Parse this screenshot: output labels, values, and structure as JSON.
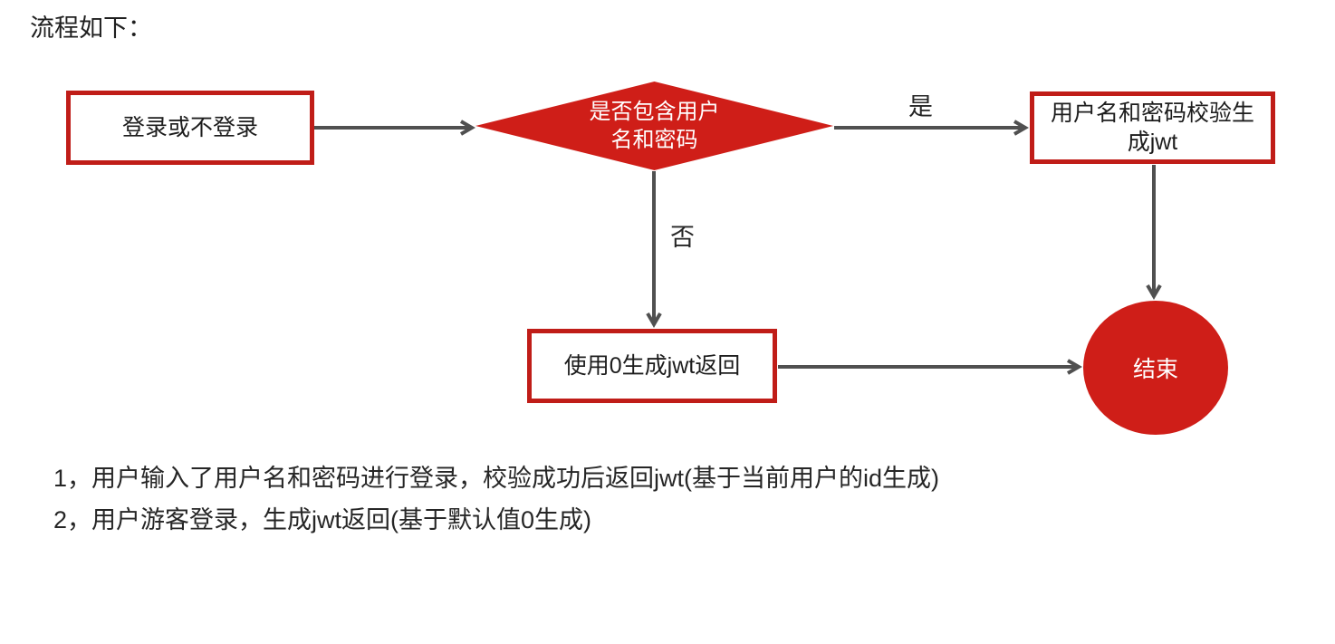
{
  "title": "流程如下：",
  "colors": {
    "node_fill_red": "#cf1e18",
    "node_border_red": "#c01d18",
    "arrow_gray": "#505050",
    "text_dark": "#262626",
    "node_text_white": "#ffffff",
    "background": "#ffffff"
  },
  "flowchart": {
    "nodes": {
      "start": {
        "type": "process",
        "label": "登录或不登录"
      },
      "decision": {
        "type": "decision",
        "label": "是否包含用户\n名和密码"
      },
      "verify": {
        "type": "process",
        "label": "用户名和密码校验生\n成jwt"
      },
      "guest": {
        "type": "process",
        "label": "使用0生成jwt返回"
      },
      "end": {
        "type": "terminator",
        "label": "结束"
      }
    },
    "edges": [
      {
        "from": "start",
        "to": "decision",
        "label": ""
      },
      {
        "from": "decision",
        "to": "verify",
        "label": "是"
      },
      {
        "from": "decision",
        "to": "guest",
        "label": "否"
      },
      {
        "from": "verify",
        "to": "end",
        "label": ""
      },
      {
        "from": "guest",
        "to": "end",
        "label": ""
      }
    ],
    "edge_labels": {
      "yes": "是",
      "no": "否"
    }
  },
  "notes": [
    "1，用户输入了用户名和密码进行登录，校验成功后返回jwt(基于当前用户的id生成)",
    "2，用户游客登录，生成jwt返回(基于默认值0生成)"
  ]
}
